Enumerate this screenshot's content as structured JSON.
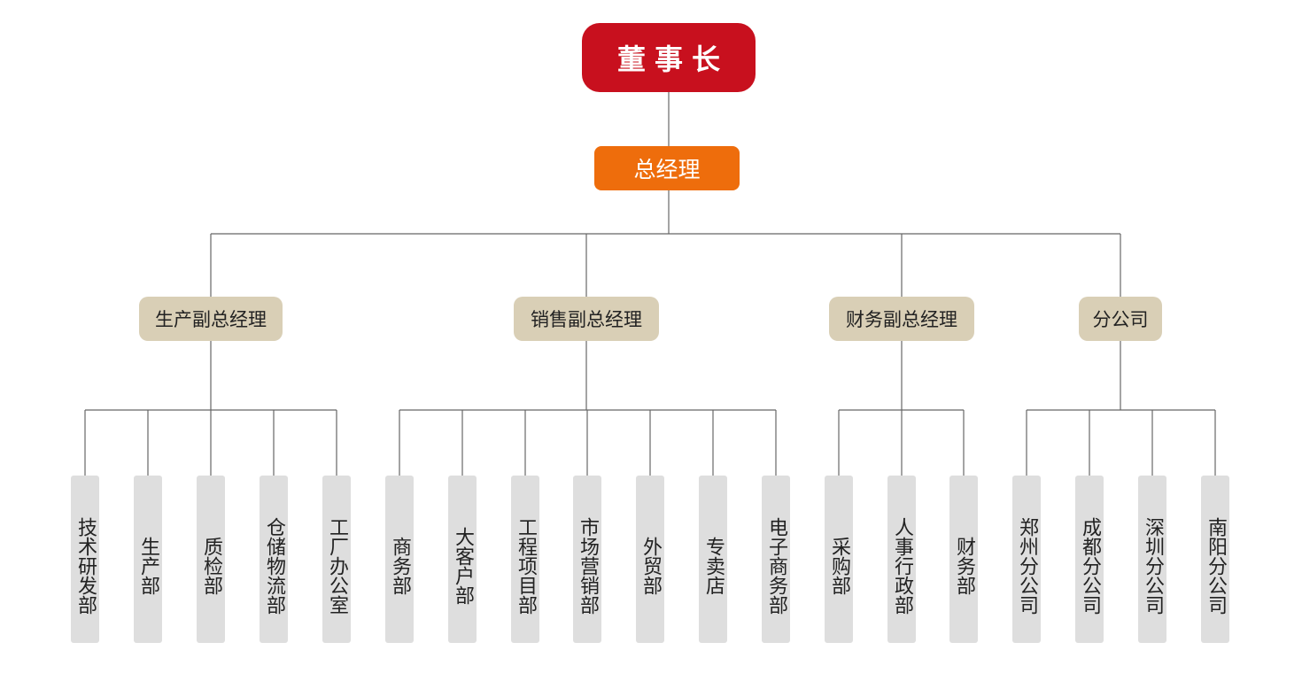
{
  "root": {
    "label": "董事长",
    "color": "#c8101e"
  },
  "gm": {
    "label": "总经理",
    "color": "#ee6d0c"
  },
  "colors": {
    "vp": "#d9cfb6",
    "leaf": "#dedede",
    "line": "#666666"
  },
  "branches": [
    {
      "label": "生产副总经理",
      "departments": [
        "技术研发部",
        "生产部",
        "质检部",
        "仓储物流部",
        "工厂办公室"
      ]
    },
    {
      "label": "销售副总经理",
      "departments": [
        "商务部",
        "大客户部",
        "工程项目部",
        "市场营销部",
        "外贸部",
        "专卖店",
        "电子商务部"
      ]
    },
    {
      "label": "财务副总经理",
      "departments": [
        "采购部",
        "人事行政部",
        "财务部"
      ]
    },
    {
      "label": "分公司",
      "departments": [
        "郑州分公司",
        "成都分公司",
        "深圳分公司",
        "南阳分公司"
      ]
    }
  ]
}
